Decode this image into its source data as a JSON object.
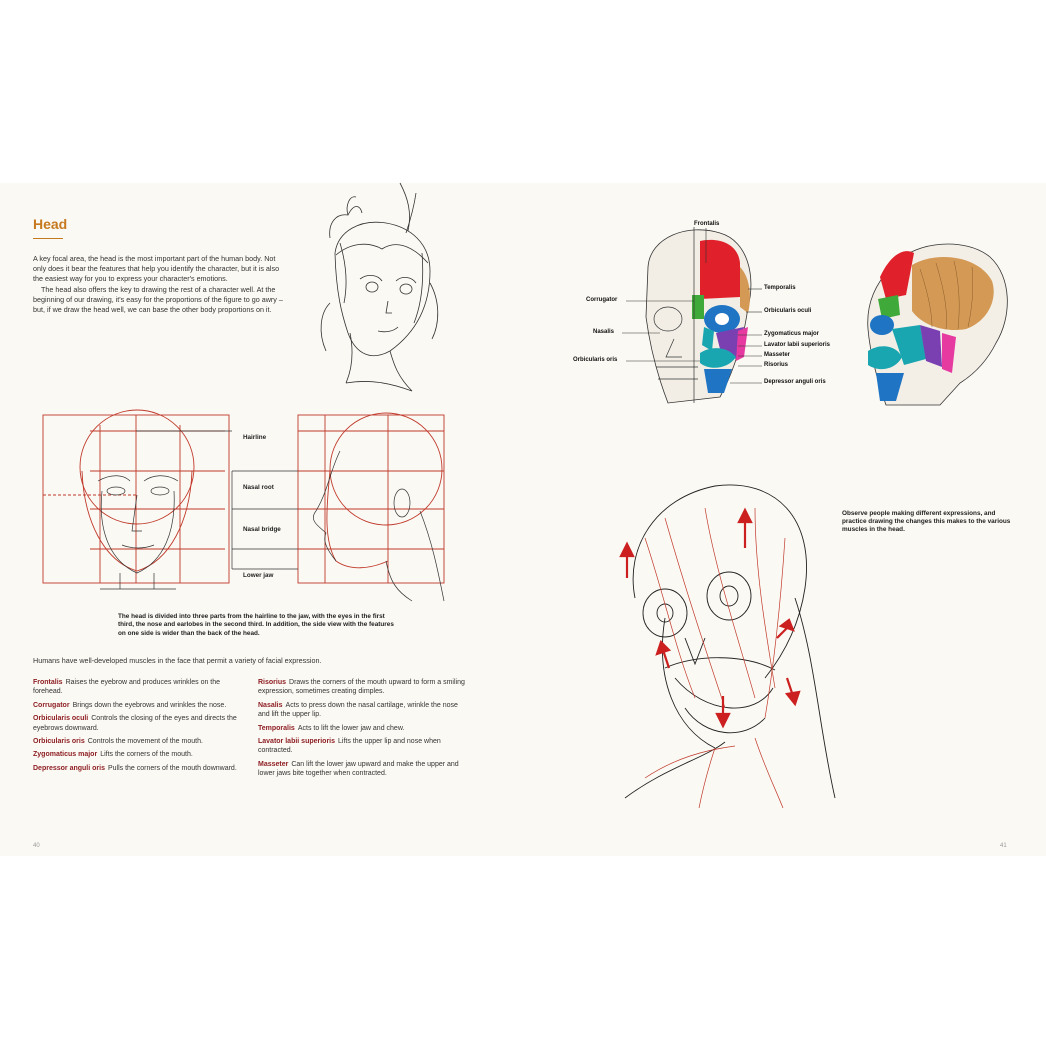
{
  "left_page": {
    "title": "Head",
    "intro_p1": "A key focal area, the head is the most important part of the human body. Not only does it bear the features that help you identify the character, but it is also the easiest way for you to express your character's emotions.",
    "intro_p2": "The head also offers the key to drawing the rest of a character well. At the beginning of our drawing, it's easy for the proportions of the figure to go awry – but, if we draw the head well, we can base the other body proportions on it.",
    "proportion_labels": [
      "Hairline",
      "Nasal root",
      "Nasal bridge",
      "Lower jaw"
    ],
    "proportion_caption": "The head is divided into three parts from the hairline to the jaw, with the eyes in the first third, the nose and earlobes in the second third. In addition, the side view with the features on one side is wider than the back of the head.",
    "muscles_intro": "Humans have well-developed muscles in the face that permit a variety of facial expression.",
    "muscles_col1": [
      {
        "term": "Frontalis",
        "desc": "Raises the eyebrow and produces wrinkles on the forehead."
      },
      {
        "term": "Corrugator",
        "desc": "Brings down the eyebrows and wrinkles the nose."
      },
      {
        "term": "Orbicularis oculi",
        "desc": "Controls the closing of the eyes and directs the eyebrows downward."
      },
      {
        "term": "Orbicularis oris",
        "desc": "Controls the movement of the mouth."
      },
      {
        "term": "Zygomaticus major",
        "desc": "Lifts the corners of the mouth."
      },
      {
        "term": "Depressor anguli oris",
        "desc": "Pulls the corners of the mouth downward."
      }
    ],
    "muscles_col2": [
      {
        "term": "Risorius",
        "desc": "Draws the corners of the mouth upward to form a smiling expression, sometimes creating dimples."
      },
      {
        "term": "Nasalis",
        "desc": "Acts to press down the nasal cartilage, wrinkle the nose and lift the upper lip."
      },
      {
        "term": "Temporalis",
        "desc": "Acts to lift the lower jaw and chew."
      },
      {
        "term": "Lavator labii superioris",
        "desc": "Lifts the upper lip and nose when contracted."
      },
      {
        "term": "Masseter",
        "desc": "Can lift the lower jaw upward and make the upper and lower jaws bite together when contracted."
      }
    ],
    "page_number": "40"
  },
  "right_page": {
    "anatomy_labels": {
      "frontalis": "Frontalis",
      "temporalis": "Temporalis",
      "corrugator": "Corrugator",
      "orbicularis_oculi": "Orbicularis oculi",
      "nasalis": "Nasalis",
      "zygomaticus_major": "Zygomaticus major",
      "lavator": "Lavator labii superioris",
      "masseter": "Masseter",
      "orbicularis_oris": "Orbicularis oris",
      "risorius": "Risorius",
      "depressor": "Depressor anguli oris"
    },
    "expression_note": "Observe people making different expressions, and practice drawing the changes this makes to the various muscles in the head.",
    "page_number": "41"
  },
  "colors": {
    "accent_title": "#c67a1f",
    "term": "#8e1f24",
    "guide_red": "#c0392b",
    "frontalis_red": "#e0202a",
    "temporalis_tan": "#d49a55",
    "muscle_blue": "#1f74c4",
    "muscle_teal": "#1aa6b0",
    "muscle_purple": "#7a3fb0",
    "muscle_green": "#3faa3a"
  }
}
